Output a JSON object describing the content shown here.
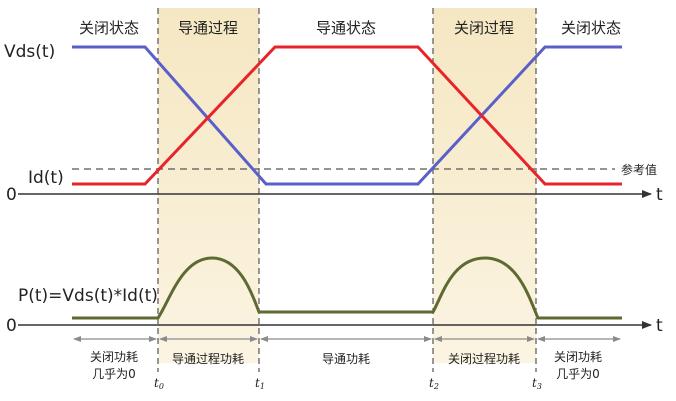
{
  "diagram": {
    "phases": [
      {
        "label": "关闭状态",
        "shaded": false
      },
      {
        "label": "导通过程",
        "shaded": true
      },
      {
        "label": "导通状态",
        "shaded": false
      },
      {
        "label": "关闭过程",
        "shaded": true
      },
      {
        "label": "关闭状态",
        "shaded": false
      }
    ],
    "signals": {
      "vds": {
        "label": "Vds(t)",
        "color": "#5a5fc9"
      },
      "id": {
        "label": "Id(t)",
        "color": "#e8242a"
      },
      "reference": {
        "label": "参考值"
      },
      "power": {
        "label": "P(t)=Vds(t)*Id(t)",
        "color": "#5f6a33"
      }
    },
    "axis": {
      "zero_top": "0",
      "zero_bottom": "0",
      "t_top": "t",
      "t_bottom": "t"
    },
    "loss_labels": [
      {
        "line1": "关闭功耗",
        "line2": "几乎为0"
      },
      {
        "line1": "导通过程功耗",
        "line2": ""
      },
      {
        "line1": "导通功耗",
        "line2": ""
      },
      {
        "line1": "关闭过程功耗",
        "line2": ""
      },
      {
        "line1": "关闭功耗",
        "line2": "几乎为0"
      }
    ],
    "time_markers": [
      {
        "base": "t",
        "sub": "0"
      },
      {
        "base": "t",
        "sub": "1"
      },
      {
        "base": "t",
        "sub": "2"
      },
      {
        "base": "t",
        "sub": "3"
      }
    ],
    "colors": {
      "shade": "#f7eccb",
      "axis": "#333333",
      "dash": "#555555",
      "arrow": "#8a8a8a"
    }
  }
}
